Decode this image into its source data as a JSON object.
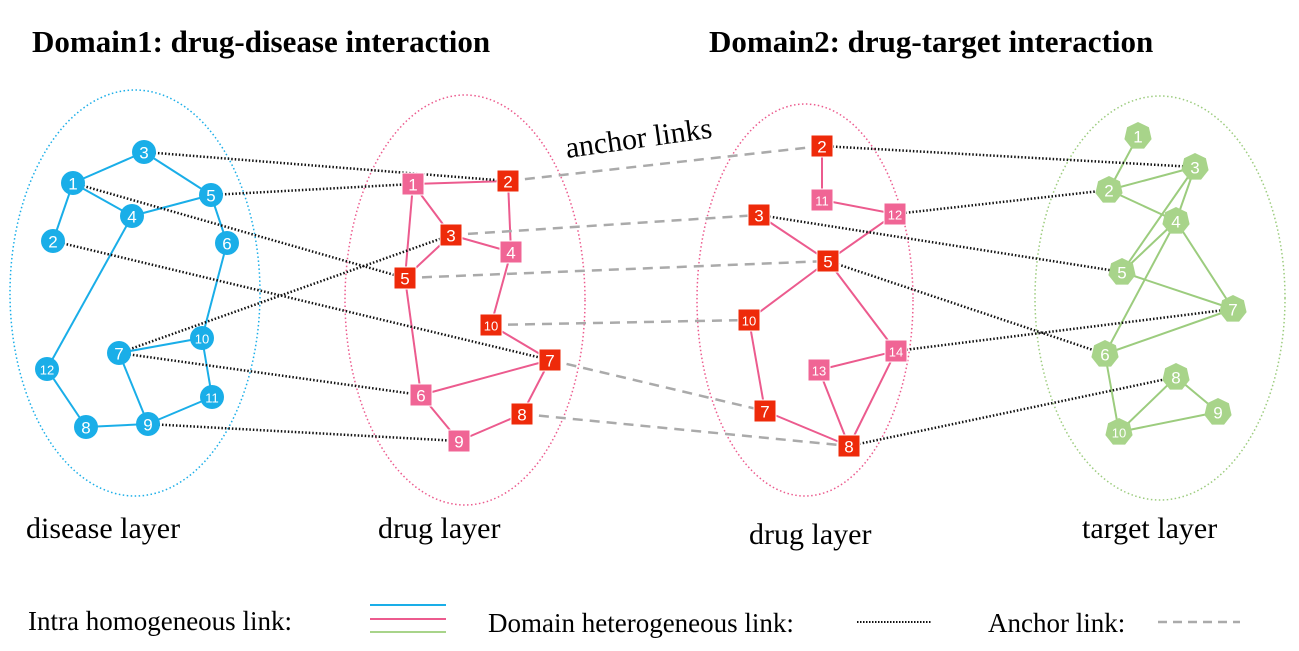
{
  "titles": {
    "domain1": "Domain1: drug-disease interaction",
    "domain2": "Domain2: drug-target interaction"
  },
  "anchor_label": "anchor links",
  "layer_labels": {
    "disease": "disease layer",
    "drug1": "drug layer",
    "drug2": "drug layer",
    "target": "target layer"
  },
  "legend": {
    "intra": "Intra homogeneous link:",
    "domain": "Domain heterogeneous link:",
    "anchor": "Anchor link:"
  },
  "colors": {
    "disease": "#1aaee8",
    "drug_light": "#f06595",
    "drug_dark": "#ee2a0a",
    "drug_edge": "#ec5b8e",
    "target": "#a8d48a",
    "target_edge": "#9ccc7e",
    "anchor": "#aaaaaa",
    "hetero": "#111111"
  },
  "layers": {
    "disease": {
      "shape": "circle",
      "nodes": [
        {
          "id": "d1",
          "label": "1"
        },
        {
          "id": "d2",
          "label": "2"
        },
        {
          "id": "d3",
          "label": "3"
        },
        {
          "id": "d4",
          "label": "4"
        },
        {
          "id": "d5",
          "label": "5"
        },
        {
          "id": "d6",
          "label": "6"
        },
        {
          "id": "d7",
          "label": "7"
        },
        {
          "id": "d8",
          "label": "8"
        },
        {
          "id": "d9",
          "label": "9"
        },
        {
          "id": "d10",
          "label": "10"
        },
        {
          "id": "d11",
          "label": "11"
        },
        {
          "id": "d12",
          "label": "12"
        }
      ],
      "edges": [
        [
          "d1",
          "d3"
        ],
        [
          "d1",
          "d4"
        ],
        [
          "d1",
          "d2"
        ],
        [
          "d3",
          "d5"
        ],
        [
          "d4",
          "d5"
        ],
        [
          "d4",
          "d12"
        ],
        [
          "d5",
          "d6"
        ],
        [
          "d6",
          "d10"
        ],
        [
          "d12",
          "d8"
        ],
        [
          "d8",
          "d9"
        ],
        [
          "d9",
          "d7"
        ],
        [
          "d7",
          "d10"
        ],
        [
          "d10",
          "d11"
        ],
        [
          "d11",
          "d9"
        ]
      ]
    },
    "drug1": {
      "shape": "square",
      "nodes": [
        {
          "id": "a1",
          "label": "1",
          "tone": "light"
        },
        {
          "id": "a2",
          "label": "2",
          "tone": "dark"
        },
        {
          "id": "a3",
          "label": "3",
          "tone": "dark"
        },
        {
          "id": "a4",
          "label": "4",
          "tone": "light"
        },
        {
          "id": "a5",
          "label": "5",
          "tone": "dark"
        },
        {
          "id": "a6",
          "label": "6",
          "tone": "light"
        },
        {
          "id": "a7",
          "label": "7",
          "tone": "dark"
        },
        {
          "id": "a8",
          "label": "8",
          "tone": "dark"
        },
        {
          "id": "a9",
          "label": "9",
          "tone": "light"
        },
        {
          "id": "a10",
          "label": "10",
          "tone": "dark"
        }
      ],
      "edges": [
        [
          "a1",
          "a2"
        ],
        [
          "a1",
          "a3"
        ],
        [
          "a3",
          "a5"
        ],
        [
          "a3",
          "a4"
        ],
        [
          "a2",
          "a4"
        ],
        [
          "a1",
          "a5"
        ],
        [
          "a4",
          "a10"
        ],
        [
          "a10",
          "a7"
        ],
        [
          "a5",
          "a6"
        ],
        [
          "a6",
          "a7"
        ],
        [
          "a6",
          "a9"
        ],
        [
          "a9",
          "a8"
        ],
        [
          "a8",
          "a7"
        ]
      ]
    },
    "drug2": {
      "shape": "square",
      "nodes": [
        {
          "id": "b2",
          "label": "2",
          "tone": "dark"
        },
        {
          "id": "b11",
          "label": "11",
          "tone": "light"
        },
        {
          "id": "b12",
          "label": "12",
          "tone": "light"
        },
        {
          "id": "b3",
          "label": "3",
          "tone": "dark"
        },
        {
          "id": "b5",
          "label": "5",
          "tone": "dark"
        },
        {
          "id": "b10",
          "label": "10",
          "tone": "dark"
        },
        {
          "id": "b13",
          "label": "13",
          "tone": "light"
        },
        {
          "id": "b14",
          "label": "14",
          "tone": "light"
        },
        {
          "id": "b7",
          "label": "7",
          "tone": "dark"
        },
        {
          "id": "b8",
          "label": "8",
          "tone": "dark"
        }
      ],
      "edges": [
        [
          "b2",
          "b11"
        ],
        [
          "b11",
          "b12"
        ],
        [
          "b12",
          "b5"
        ],
        [
          "b3",
          "b5"
        ],
        [
          "b5",
          "b10"
        ],
        [
          "b5",
          "b14"
        ],
        [
          "b10",
          "b7"
        ],
        [
          "b7",
          "b8"
        ],
        [
          "b13",
          "b14"
        ],
        [
          "b13",
          "b8"
        ],
        [
          "b14",
          "b8"
        ]
      ]
    },
    "target": {
      "shape": "heptagon",
      "nodes": [
        {
          "id": "t1",
          "label": "1"
        },
        {
          "id": "t2",
          "label": "2"
        },
        {
          "id": "t3",
          "label": "3"
        },
        {
          "id": "t4",
          "label": "4"
        },
        {
          "id": "t5",
          "label": "5"
        },
        {
          "id": "t6",
          "label": "6"
        },
        {
          "id": "t7",
          "label": "7"
        },
        {
          "id": "t8",
          "label": "8"
        },
        {
          "id": "t9",
          "label": "9"
        },
        {
          "id": "t10",
          "label": "10"
        }
      ],
      "edges": [
        [
          "t1",
          "t2"
        ],
        [
          "t2",
          "t3"
        ],
        [
          "t2",
          "t4"
        ],
        [
          "t3",
          "t4"
        ],
        [
          "t3",
          "t5"
        ],
        [
          "t4",
          "t5"
        ],
        [
          "t4",
          "t7"
        ],
        [
          "t4",
          "t6"
        ],
        [
          "t5",
          "t7"
        ],
        [
          "t7",
          "t6"
        ],
        [
          "t6",
          "t10"
        ],
        [
          "t10",
          "t8"
        ],
        [
          "t8",
          "t9"
        ],
        [
          "t9",
          "t10"
        ]
      ]
    }
  },
  "hetero_links": [
    [
      "d3",
      "a2"
    ],
    [
      "d5",
      "a1"
    ],
    [
      "d1",
      "a5"
    ],
    [
      "d2",
      "a7"
    ],
    [
      "d7",
      "a3"
    ],
    [
      "d7",
      "a6"
    ],
    [
      "d9",
      "a9"
    ],
    [
      "b2",
      "t3"
    ],
    [
      "b12",
      "t2"
    ],
    [
      "b3",
      "t5"
    ],
    [
      "b5",
      "t6"
    ],
    [
      "b14",
      "t7"
    ],
    [
      "b8",
      "t8"
    ]
  ],
  "anchor_links": [
    [
      "a2",
      "b2"
    ],
    [
      "a3",
      "b3"
    ],
    [
      "a5",
      "b5"
    ],
    [
      "a10",
      "b10"
    ],
    [
      "a7",
      "b7"
    ],
    [
      "a8",
      "b8"
    ]
  ]
}
